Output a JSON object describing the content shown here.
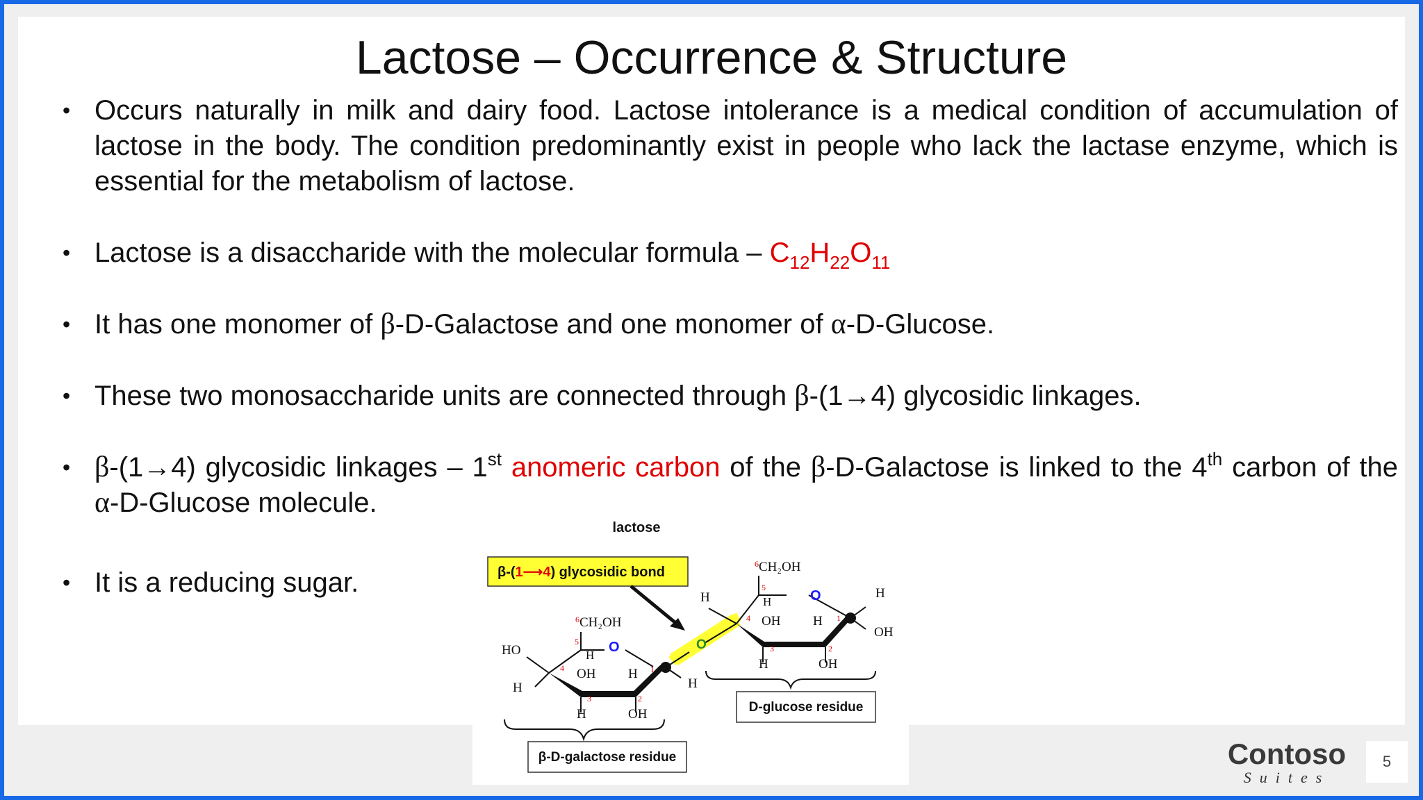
{
  "slide": {
    "title": "Lactose – Occurrence & Structure",
    "bullet_marker": "•",
    "bullets": {
      "b1": "Occurs naturally in milk and dairy food. Lactose intolerance is a medical condition of accumulation of lactose in the body. The condition predominantly exist in people who lack the lactase enzyme, which is essential for the metabolism of lactose.",
      "b2_text": "Lactose is a disaccharide with the molecular formula – ",
      "formula": {
        "c": "C",
        "c_sub": "12",
        "h": "H",
        "h_sub": "22",
        "o": "O",
        "o_sub": "11"
      },
      "b3_a": "It has one monomer of ",
      "b3_beta": "β",
      "b3_b": "-D-Galactose and one monomer of ",
      "b3_alpha": "α",
      "b3_c": "-D-Glucose.",
      "b4_a": "These two monosaccharide units are connected through ",
      "b4_beta": "β",
      "b4_b": "-(1",
      "b4_arrow": "→",
      "b4_c": "4) glycosidic linkages.",
      "b5_beta1": "β",
      "b5_a": "-(1",
      "b5_arrow": "→",
      "b5_b": "4) glycosidic linkages – 1",
      "b5_st": "st",
      "b5_red": " anomeric carbon",
      "b5_c": " of the ",
      "b5_beta2": "β",
      "b5_d": "-D-Galactose is linked to the 4",
      "b5_th": "th",
      "b5_e": " carbon of the ",
      "b5_alpha": "α",
      "b5_f": "-D-Glucose molecule.",
      "b6": "It is a reducing sugar."
    }
  },
  "figure": {
    "title": "lactose",
    "bond_label_prefix": "β-(",
    "bond_label_num": "1⟶4",
    "bond_label_suffix": ") glycosidic bond",
    "galactose_label": "β-D-galactose residue",
    "glucose_label": "D-glucose residue",
    "atoms": {
      "ch2oh": "CH₂OH",
      "six": "6",
      "five": "5",
      "four": "4",
      "three": "3",
      "two": "2",
      "one": "1",
      "o": "O",
      "h": "H",
      "oh": "OH",
      "ho": "HO"
    }
  },
  "branding": {
    "logo_name": "Contoso",
    "logo_sub": "Suites",
    "page_number": "5"
  },
  "colors": {
    "frame": "#1769e6",
    "accent_red": "#e00000",
    "highlight_yellow": "#ffff33",
    "ring_oxygen_blue": "#1a1aff"
  }
}
